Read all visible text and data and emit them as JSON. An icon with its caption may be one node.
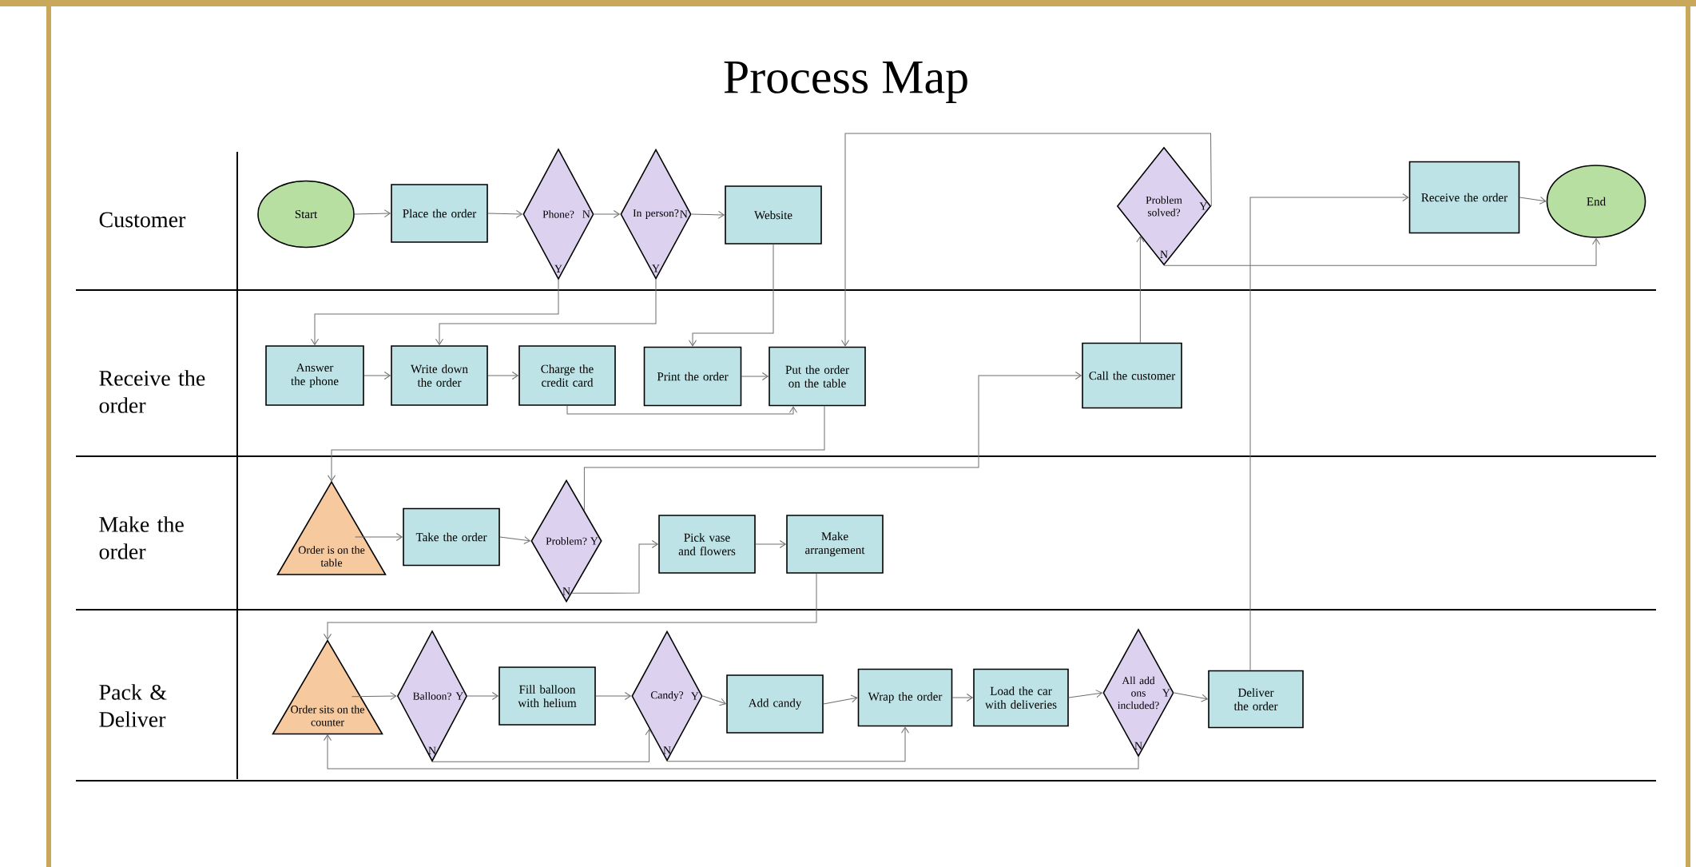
{
  "diagram": {
    "title": "Process Map",
    "nodes": [
      {
        "text": [
          "Start"
        ]
      },
      {
        "text": [
          "Place the order"
        ]
      },
      {
        "text": [
          "Phone?"
        ]
      },
      {
        "text": [
          "In person?"
        ]
      },
      {
        "text": [
          "Website"
        ]
      },
      {
        "text": [
          "Problem solved?"
        ]
      },
      {
        "text": [
          "Receive the order"
        ]
      },
      {
        "text": [
          "End"
        ]
      },
      {
        "text": [
          "Answer the phone"
        ]
      },
      {
        "text": [
          "Write down the order"
        ]
      },
      {
        "text": [
          "Charge the credit card"
        ]
      },
      {
        "text": [
          "Print the order"
        ]
      },
      {
        "text": [
          "Put the order on the table"
        ]
      },
      {
        "text": [
          "Call the customer"
        ]
      },
      {
        "text": [
          "Order is on the table"
        ]
      },
      {
        "text": [
          "Take the order"
        ]
      },
      {
        "text": [
          "Problem?"
        ]
      },
      {
        "text": [
          "Pick vase and flowers"
        ]
      },
      {
        "text": [
          "Make arrangement"
        ]
      },
      {
        "text": [
          "Order sits on the counter"
        ]
      },
      {
        "text": [
          "Balloon?"
        ]
      },
      {
        "text": [
          "Fill balloon with helium"
        ]
      },
      {
        "text": [
          "Candy?"
        ]
      },
      {
        "text": [
          "Add candy"
        ]
      },
      {
        "text": [
          "Wrap the order"
        ]
      },
      {
        "text": [
          "Load the car with deliveries"
        ]
      },
      {
        "text": [
          "All add ons included?"
        ]
      },
      {
        "text": [
          "Deliver the order"
        ]
      }
    ],
    "edges": [
      {
        "from": 0,
        "to": 1,
        "arrow": "to"
      },
      {
        "from": 1,
        "to": 2,
        "arrow": "to"
      },
      {
        "from": 2,
        "to": 3,
        "arrow": "to",
        "label": "N"
      },
      {
        "from": 3,
        "to": 4,
        "arrow": "to",
        "label": "N"
      },
      {
        "from": 2,
        "to": 8,
        "arrow": "to",
        "label": "Y"
      },
      {
        "from": 3,
        "to": 9,
        "arrow": "to",
        "label": "Y"
      },
      {
        "from": 4,
        "to": 11,
        "arrow": "to"
      },
      {
        "from": 5,
        "to": 12,
        "arrow": "to",
        "label": "Y"
      },
      {
        "from": 5,
        "to": 7,
        "arrow": "to",
        "label": "N"
      },
      {
        "from": 6,
        "to": 7,
        "arrow": "to"
      },
      {
        "from": 8,
        "to": 9,
        "arrow": "to"
      },
      {
        "from": 9,
        "to": 10,
        "arrow": "to"
      },
      {
        "from": 10,
        "to": 12,
        "arrow": "to"
      },
      {
        "from": 11,
        "to": 12,
        "arrow": "to"
      },
      {
        "from": 12,
        "to": 14,
        "arrow": "to"
      },
      {
        "from": 13,
        "to": 5,
        "arrow": "to"
      },
      {
        "from": 14,
        "to": 15,
        "arrow": "to"
      },
      {
        "from": 15,
        "to": 16,
        "arrow": "to"
      },
      {
        "from": 16,
        "to": 13,
        "arrow": "to",
        "label": "Y"
      },
      {
        "from": 16,
        "to": 17,
        "arrow": "to",
        "label": "N"
      },
      {
        "from": 17,
        "to": 18,
        "arrow": "to"
      },
      {
        "from": 18,
        "to": 19,
        "arrow": "to"
      },
      {
        "from": 19,
        "to": 20,
        "arrow": "to"
      },
      {
        "from": 20,
        "to": 21,
        "arrow": "to",
        "label": "Y"
      },
      {
        "from": 20,
        "to": 22,
        "arrow": "to",
        "label": "N"
      },
      {
        "from": 21,
        "to": 22,
        "arrow": "to"
      },
      {
        "from": 22,
        "to": 23,
        "arrow": "to",
        "label": "Y"
      },
      {
        "from": 22,
        "to": 24,
        "arrow": "to",
        "label": "N"
      },
      {
        "from": 23,
        "to": 24,
        "arrow": "to"
      },
      {
        "from": 24,
        "to": 25,
        "arrow": "to"
      },
      {
        "from": 25,
        "to": 26,
        "arrow": "to"
      },
      {
        "from": 26,
        "to": 27,
        "arrow": "to",
        "label": "Y"
      },
      {
        "from": 26,
        "to": 19,
        "arrow": "to",
        "label": "N"
      },
      {
        "from": 27,
        "to": 6,
        "arrow": "to"
      }
    ],
    "labels": [
      "Customer",
      "Receive the order",
      "Make the order",
      "Pack & Deliver"
    ]
  }
}
